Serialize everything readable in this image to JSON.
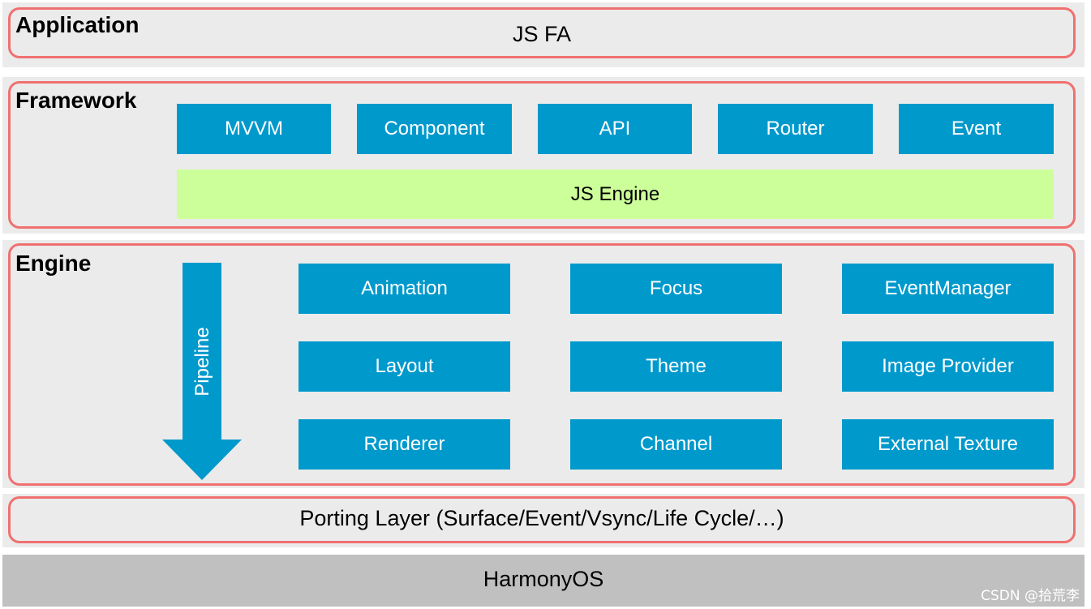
{
  "application": {
    "title": "Application",
    "content": "JS FA"
  },
  "framework": {
    "title": "Framework",
    "modules": [
      "MVVM",
      "Component",
      "API",
      "Router",
      "Event"
    ],
    "js_engine": "JS Engine"
  },
  "engine": {
    "title": "Engine",
    "pipeline_label": "Pipeline",
    "modules": [
      [
        "Animation",
        "Focus",
        "EventManager"
      ],
      [
        "Layout",
        "Theme",
        "Image Provider"
      ],
      [
        "Renderer",
        "Channel",
        "External Texture"
      ]
    ]
  },
  "porting_layer": {
    "label": "Porting Layer (Surface/Event/Vsync/Life Cycle/…)"
  },
  "os": {
    "label": "HarmonyOS"
  },
  "watermark": "CSDN @拾荒李",
  "colors": {
    "module_blue": "#0099cc",
    "js_engine_green": "#ccff99",
    "outline_red": "#f07070",
    "layer_gray": "#ebebeb",
    "os_gray": "#c0c0c0"
  },
  "icons": {
    "pipeline": "down-arrow-icon"
  }
}
